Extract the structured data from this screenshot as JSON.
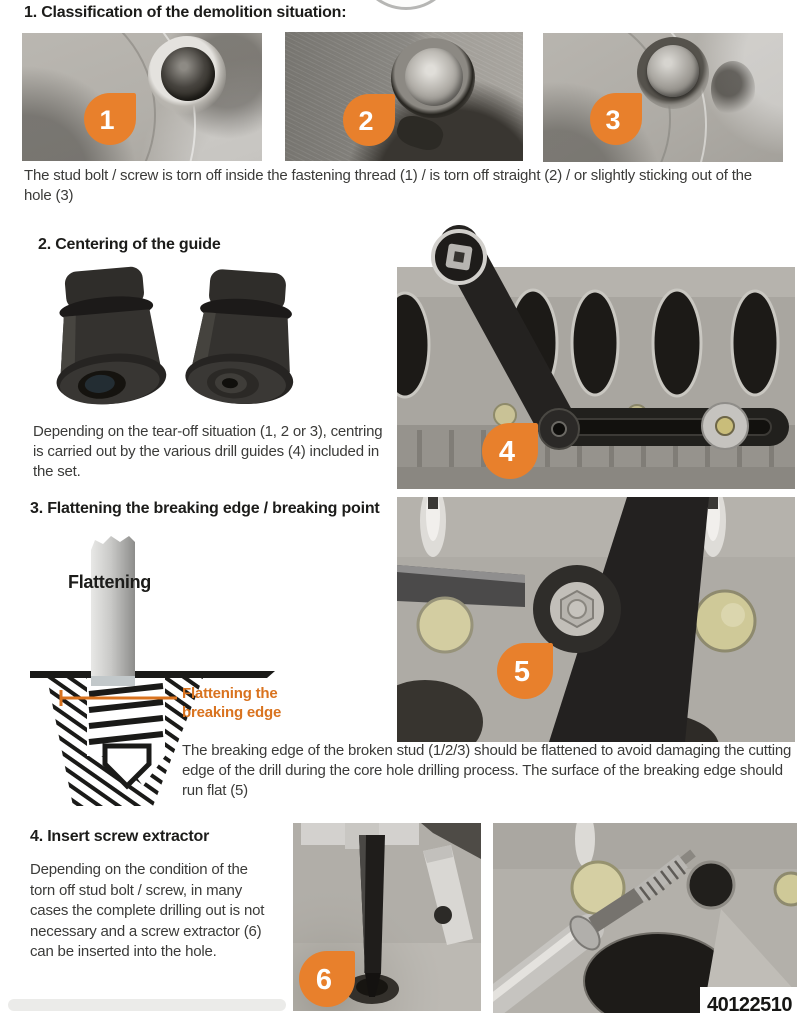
{
  "colors": {
    "marker_orange": "#E8802C",
    "annotation_orange": "#D9731F"
  },
  "sections": {
    "s1": {
      "heading": "1. Classification of the demolition situation:",
      "caption": "The stud bolt / screw is torn off inside the fastening thread (1) / is torn off straight (2) / or slightly sticking out of the hole (3)",
      "markers": [
        "1",
        "2",
        "3"
      ]
    },
    "s2": {
      "heading": "2. Centering of the guide",
      "body": "Depending on the tear-off situation (1, 2 or 3), centring is carried out by the various drill guides (4) included in the set.",
      "marker": "4"
    },
    "s3": {
      "heading": "3. Flattening the breaking edge / breaking point",
      "diagram_label": "Flattening",
      "diagram_annotation": "Flattening the breaking edge",
      "body": "The breaking edge of the broken stud (1/2/3) should be flattened to avoid damaging the cutting edge of the drill during the core hole drilling process. The surface of the breaking edge should run flat (5)",
      "marker": "5"
    },
    "s4": {
      "heading": "4. Insert screw extractor",
      "body": "Depending on the condition of the torn off stud bolt / screw, in many cases the complete drilling out is not necessary and a screw extractor (6) can be inserted into the hole.",
      "marker": "6"
    }
  },
  "footer": {
    "product_code": "40122510"
  }
}
